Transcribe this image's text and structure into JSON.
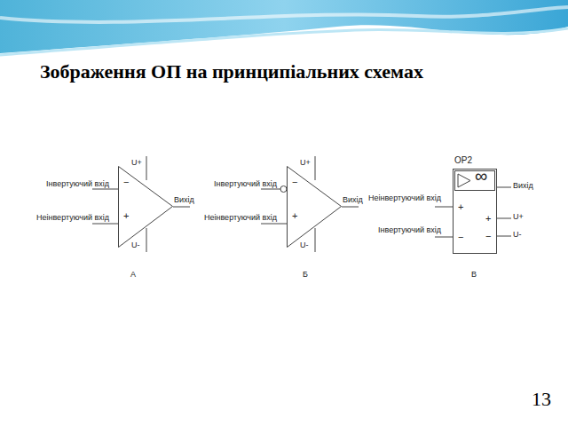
{
  "diagram": {
    "title": "Зображення ОП на принципіальних схемах",
    "nodes": [
      {
        "text": [
          "−",
          "+"
        ]
      },
      {
        "text": [
          "−",
          "+"
        ]
      },
      {
        "text": [
          "OP2",
          "∞",
          "+",
          "−",
          "+",
          "−"
        ]
      }
    ],
    "labels": [
      "U+",
      "Інвертуючий вхід",
      "Вихід",
      "Неінвертуючий вхід",
      "U-",
      "А",
      "U+",
      "Інвертуючий вхід",
      "Вихід",
      "Неінвертуючий вхід",
      "U-",
      "Б",
      "Неінвертуючий вхід",
      "Вихід",
      "Інвертуючий вхід",
      "U+",
      "U-",
      "В",
      "13"
    ]
  }
}
